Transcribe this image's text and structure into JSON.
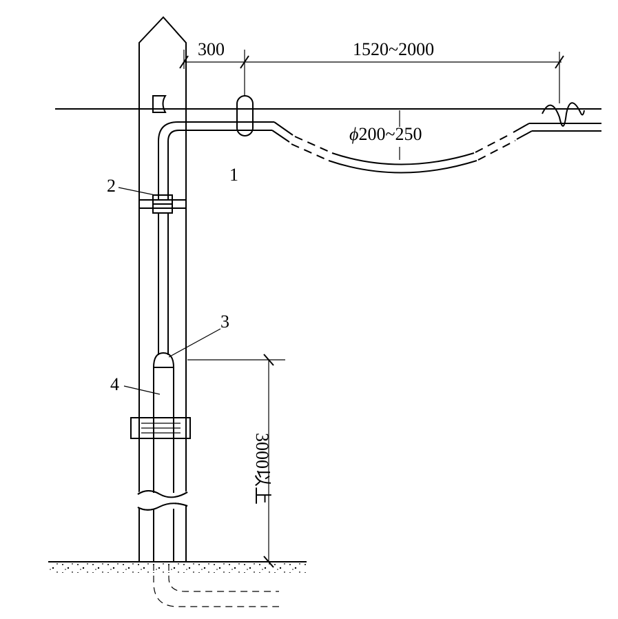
{
  "dimensions": {
    "pole_offset": "300",
    "span": "1520~2000",
    "sag_diameter_symbol": "ϕ",
    "sag_diameter_range": "200~250",
    "height_above_ground": "3000以上"
  },
  "labels": {
    "callout_1": "1",
    "callout_2": "2",
    "callout_3": "3",
    "callout_4": "4"
  }
}
